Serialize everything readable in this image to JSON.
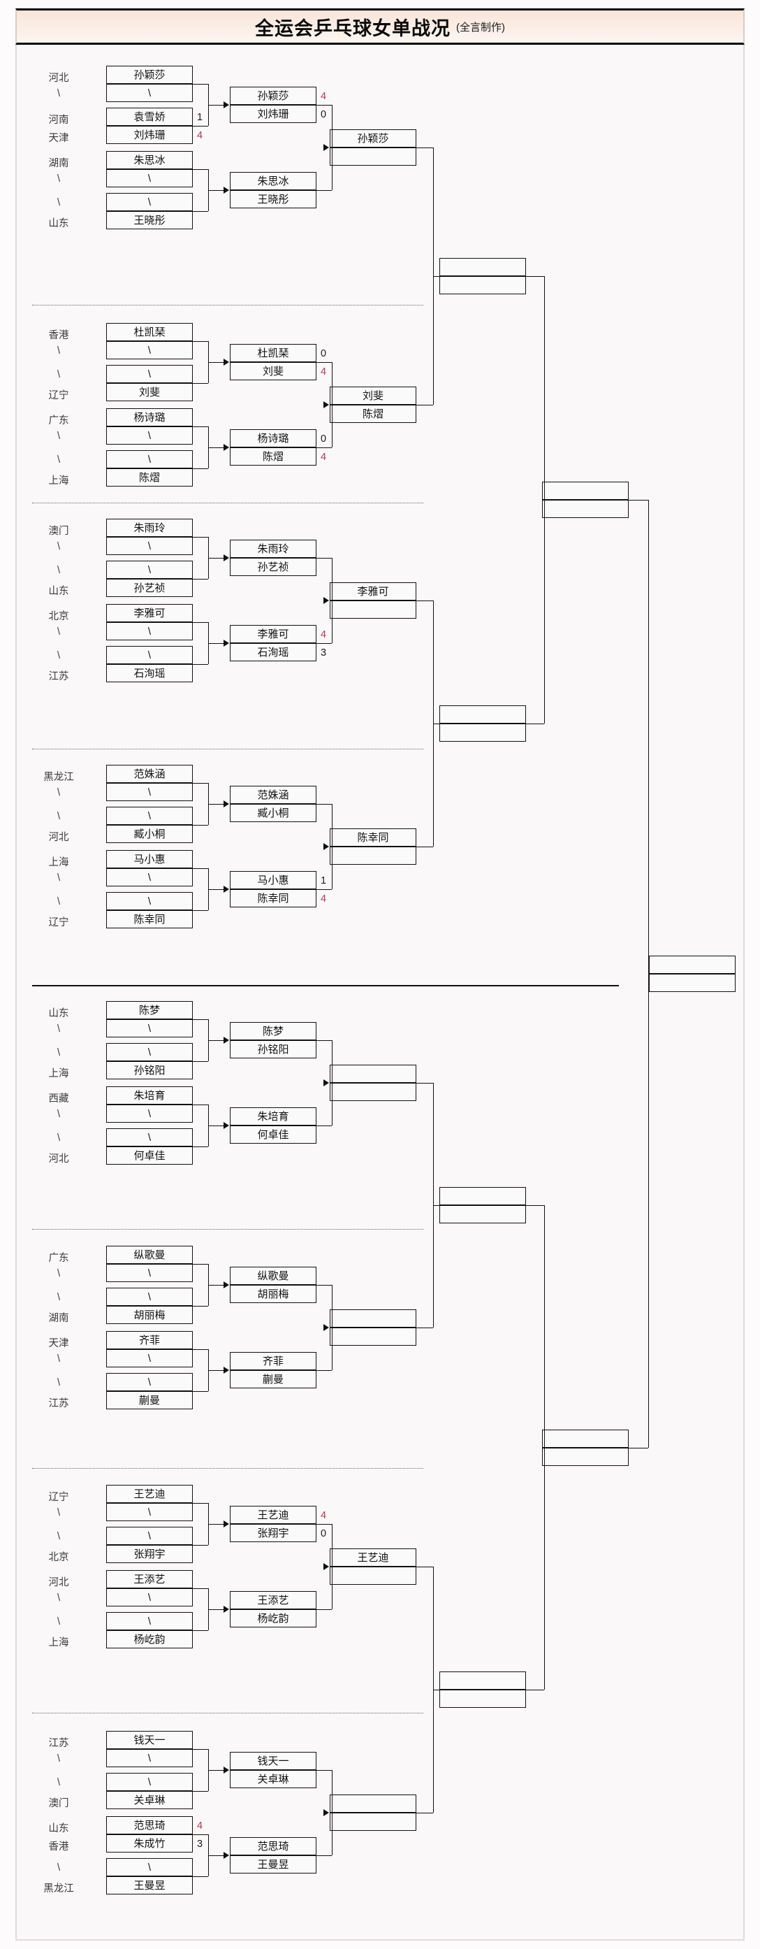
{
  "header": {
    "title": "全运会乒乓球女单战况",
    "subtitle": "(全言制作)",
    "bg_color": "#fae5d9"
  },
  "colors": {
    "winner_score": "#b23a55",
    "loser_score": "#1a1a1a",
    "line": "#111111",
    "box_bg": "#fbfafb",
    "canvas_bg": "#faf8f9"
  },
  "labels": {
    "bye": "\\"
  },
  "chart_data": {
    "type": "bracket",
    "title": "全运会乒乓球女单战况",
    "rounds": 6
  },
  "quadrants": [
    {
      "id": "q1",
      "matches_r1": [
        {
          "top": {
            "prov": "河北",
            "name": "孙颖莎",
            "score": ""
          },
          "bot": {
            "prov": "\\",
            "name": "\\",
            "score": ""
          }
        },
        {
          "top": {
            "prov": "河南",
            "name": "袁雪娇",
            "score": "1"
          },
          "bot": {
            "prov": "天津",
            "name": "刘炜珊",
            "score": "4"
          }
        },
        {
          "top": {
            "prov": "湖南",
            "name": "朱思冰",
            "score": ""
          },
          "bot": {
            "prov": "\\",
            "name": "\\",
            "score": ""
          }
        },
        {
          "top": {
            "prov": "\\",
            "name": "\\",
            "score": ""
          },
          "bot": {
            "prov": "山东",
            "name": "王晓彤",
            "score": ""
          }
        }
      ],
      "matches_r2": [
        {
          "top": {
            "name": "孙颖莎",
            "score": "4"
          },
          "bot": {
            "name": "刘炜珊",
            "score": "0"
          }
        },
        {
          "top": {
            "name": "朱思冰",
            "score": ""
          },
          "bot": {
            "name": "王晓彤",
            "score": ""
          }
        }
      ],
      "matches_r3": [
        {
          "top": {
            "name": "孙颖莎",
            "score": ""
          },
          "bot": {
            "name": "",
            "score": ""
          }
        }
      ]
    },
    {
      "id": "q2",
      "matches_r1": [
        {
          "top": {
            "prov": "香港",
            "name": "杜凯琹",
            "score": ""
          },
          "bot": {
            "prov": "\\",
            "name": "\\",
            "score": ""
          }
        },
        {
          "top": {
            "prov": "\\",
            "name": "\\",
            "score": ""
          },
          "bot": {
            "prov": "辽宁",
            "name": "刘斐",
            "score": ""
          }
        },
        {
          "top": {
            "prov": "广东",
            "name": "杨诗璐",
            "score": ""
          },
          "bot": {
            "prov": "\\",
            "name": "\\",
            "score": ""
          }
        },
        {
          "top": {
            "prov": "\\",
            "name": "\\",
            "score": ""
          },
          "bot": {
            "prov": "上海",
            "name": "陈熠",
            "score": ""
          }
        }
      ],
      "matches_r2": [
        {
          "top": {
            "name": "杜凯琹",
            "score": "0"
          },
          "bot": {
            "name": "刘斐",
            "score": "4"
          }
        },
        {
          "top": {
            "name": "杨诗璐",
            "score": "0"
          },
          "bot": {
            "name": "陈熠",
            "score": "4"
          }
        }
      ],
      "matches_r3": [
        {
          "top": {
            "name": "刘斐",
            "score": ""
          },
          "bot": {
            "name": "陈熠",
            "score": ""
          }
        }
      ]
    },
    {
      "id": "q3",
      "matches_r1": [
        {
          "top": {
            "prov": "澳门",
            "name": "朱雨玲",
            "score": ""
          },
          "bot": {
            "prov": "\\",
            "name": "\\",
            "score": ""
          }
        },
        {
          "top": {
            "prov": "\\",
            "name": "\\",
            "score": ""
          },
          "bot": {
            "prov": "山东",
            "name": "孙艺祯",
            "score": ""
          }
        },
        {
          "top": {
            "prov": "北京",
            "name": "李雅可",
            "score": ""
          },
          "bot": {
            "prov": "\\",
            "name": "\\",
            "score": ""
          }
        },
        {
          "top": {
            "prov": "\\",
            "name": "\\",
            "score": ""
          },
          "bot": {
            "prov": "江苏",
            "name": "石洵瑶",
            "score": ""
          }
        }
      ],
      "matches_r2": [
        {
          "top": {
            "name": "朱雨玲",
            "score": ""
          },
          "bot": {
            "name": "孙艺祯",
            "score": ""
          }
        },
        {
          "top": {
            "name": "李雅可",
            "score": "4"
          },
          "bot": {
            "name": "石洵瑶",
            "score": "3"
          }
        }
      ],
      "matches_r3": [
        {
          "top": {
            "name": "李雅可",
            "score": ""
          },
          "bot": {
            "name": "",
            "score": ""
          }
        }
      ]
    },
    {
      "id": "q4",
      "matches_r1": [
        {
          "top": {
            "prov": "黑龙江",
            "name": "范姝涵",
            "score": ""
          },
          "bot": {
            "prov": "\\",
            "name": "\\",
            "score": ""
          }
        },
        {
          "top": {
            "prov": "\\",
            "name": "\\",
            "score": ""
          },
          "bot": {
            "prov": "河北",
            "name": "臧小桐",
            "score": ""
          }
        },
        {
          "top": {
            "prov": "上海",
            "name": "马小惠",
            "score": ""
          },
          "bot": {
            "prov": "\\",
            "name": "\\",
            "score": ""
          }
        },
        {
          "top": {
            "prov": "\\",
            "name": "\\",
            "score": ""
          },
          "bot": {
            "prov": "辽宁",
            "name": "陈幸同",
            "score": ""
          }
        }
      ],
      "matches_r2": [
        {
          "top": {
            "name": "范姝涵",
            "score": ""
          },
          "bot": {
            "name": "臧小桐",
            "score": ""
          }
        },
        {
          "top": {
            "name": "马小惠",
            "score": "1"
          },
          "bot": {
            "name": "陈幸同",
            "score": "4"
          }
        }
      ],
      "matches_r3": [
        {
          "top": {
            "name": "陈幸同",
            "score": ""
          },
          "bot": {
            "name": "",
            "score": ""
          }
        }
      ]
    },
    {
      "id": "q5",
      "matches_r1": [
        {
          "top": {
            "prov": "山东",
            "name": "陈梦",
            "score": ""
          },
          "bot": {
            "prov": "\\",
            "name": "\\",
            "score": ""
          }
        },
        {
          "top": {
            "prov": "\\",
            "name": "\\",
            "score": ""
          },
          "bot": {
            "prov": "上海",
            "name": "孙铭阳",
            "score": ""
          }
        },
        {
          "top": {
            "prov": "西藏",
            "name": "朱培育",
            "score": ""
          },
          "bot": {
            "prov": "\\",
            "name": "\\",
            "score": ""
          }
        },
        {
          "top": {
            "prov": "\\",
            "name": "\\",
            "score": ""
          },
          "bot": {
            "prov": "河北",
            "name": "何卓佳",
            "score": ""
          }
        }
      ],
      "matches_r2": [
        {
          "top": {
            "name": "陈梦",
            "score": ""
          },
          "bot": {
            "name": "孙铭阳",
            "score": ""
          }
        },
        {
          "top": {
            "name": "朱培育",
            "score": ""
          },
          "bot": {
            "name": "何卓佳",
            "score": ""
          }
        }
      ],
      "matches_r3": [
        {
          "top": {
            "name": "",
            "score": ""
          },
          "bot": {
            "name": "",
            "score": ""
          }
        }
      ]
    },
    {
      "id": "q6",
      "matches_r1": [
        {
          "top": {
            "prov": "广东",
            "name": "纵歌曼",
            "score": ""
          },
          "bot": {
            "prov": "\\",
            "name": "\\",
            "score": ""
          }
        },
        {
          "top": {
            "prov": "\\",
            "name": "\\",
            "score": ""
          },
          "bot": {
            "prov": "湖南",
            "name": "胡丽梅",
            "score": ""
          }
        },
        {
          "top": {
            "prov": "天津",
            "name": "齐菲",
            "score": ""
          },
          "bot": {
            "prov": "\\",
            "name": "\\",
            "score": ""
          }
        },
        {
          "top": {
            "prov": "\\",
            "name": "\\",
            "score": ""
          },
          "bot": {
            "prov": "江苏",
            "name": "蒯曼",
            "score": ""
          }
        }
      ],
      "matches_r2": [
        {
          "top": {
            "name": "纵歌曼",
            "score": ""
          },
          "bot": {
            "name": "胡丽梅",
            "score": ""
          }
        },
        {
          "top": {
            "name": "齐菲",
            "score": ""
          },
          "bot": {
            "name": "蒯曼",
            "score": ""
          }
        }
      ],
      "matches_r3": [
        {
          "top": {
            "name": "",
            "score": ""
          },
          "bot": {
            "name": "",
            "score": ""
          }
        }
      ]
    },
    {
      "id": "q7",
      "matches_r1": [
        {
          "top": {
            "prov": "辽宁",
            "name": "王艺迪",
            "score": ""
          },
          "bot": {
            "prov": "\\",
            "name": "\\",
            "score": ""
          }
        },
        {
          "top": {
            "prov": "\\",
            "name": "\\",
            "score": ""
          },
          "bot": {
            "prov": "北京",
            "name": "张翔宇",
            "score": ""
          }
        },
        {
          "top": {
            "prov": "河北",
            "name": "王添艺",
            "score": ""
          },
          "bot": {
            "prov": "\\",
            "name": "\\",
            "score": ""
          }
        },
        {
          "top": {
            "prov": "\\",
            "name": "\\",
            "score": ""
          },
          "bot": {
            "prov": "上海",
            "name": "杨屹韵",
            "score": ""
          }
        }
      ],
      "matches_r2": [
        {
          "top": {
            "name": "王艺迪",
            "score": "4"
          },
          "bot": {
            "name": "张翔宇",
            "score": "0"
          }
        },
        {
          "top": {
            "name": "王添艺",
            "score": ""
          },
          "bot": {
            "name": "杨屹韵",
            "score": ""
          }
        }
      ],
      "matches_r3": [
        {
          "top": {
            "name": "王艺迪",
            "score": ""
          },
          "bot": {
            "name": "",
            "score": ""
          }
        }
      ]
    },
    {
      "id": "q8",
      "matches_r1": [
        {
          "top": {
            "prov": "江苏",
            "name": "钱天一",
            "score": ""
          },
          "bot": {
            "prov": "\\",
            "name": "\\",
            "score": ""
          }
        },
        {
          "top": {
            "prov": "\\",
            "name": "\\",
            "score": ""
          },
          "bot": {
            "prov": "澳门",
            "name": "关卓琳",
            "score": ""
          }
        },
        {
          "top": {
            "prov": "山东",
            "name": "范思琦",
            "score": "4"
          },
          "bot": {
            "prov": "香港",
            "name": "朱成竹",
            "score": "3"
          }
        },
        {
          "top": {
            "prov": "\\",
            "name": "\\",
            "score": ""
          },
          "bot": {
            "prov": "黑龙江",
            "name": "王曼昱",
            "score": ""
          }
        }
      ],
      "matches_r2": [
        {
          "top": {
            "name": "钱天一",
            "score": ""
          },
          "bot": {
            "name": "关卓琳",
            "score": ""
          }
        },
        {
          "top": {
            "name": "范思琦",
            "score": ""
          },
          "bot": {
            "name": "王曼昱",
            "score": ""
          }
        }
      ],
      "matches_r3": [
        {
          "top": {
            "name": "",
            "score": ""
          },
          "bot": {
            "name": "",
            "score": ""
          }
        }
      ]
    }
  ],
  "later_rounds": {
    "r4": [
      {
        "id": "r4-1",
        "top": "",
        "bot": ""
      },
      {
        "id": "r4-2",
        "top": "",
        "bot": ""
      },
      {
        "id": "r4-3",
        "top": "",
        "bot": ""
      },
      {
        "id": "r4-4",
        "top": "",
        "bot": ""
      }
    ],
    "r5": [
      {
        "id": "r5-1",
        "top": "",
        "bot": ""
      },
      {
        "id": "r5-2",
        "top": "",
        "bot": ""
      }
    ],
    "final": [
      {
        "id": "final",
        "top": "",
        "bot": ""
      }
    ]
  }
}
